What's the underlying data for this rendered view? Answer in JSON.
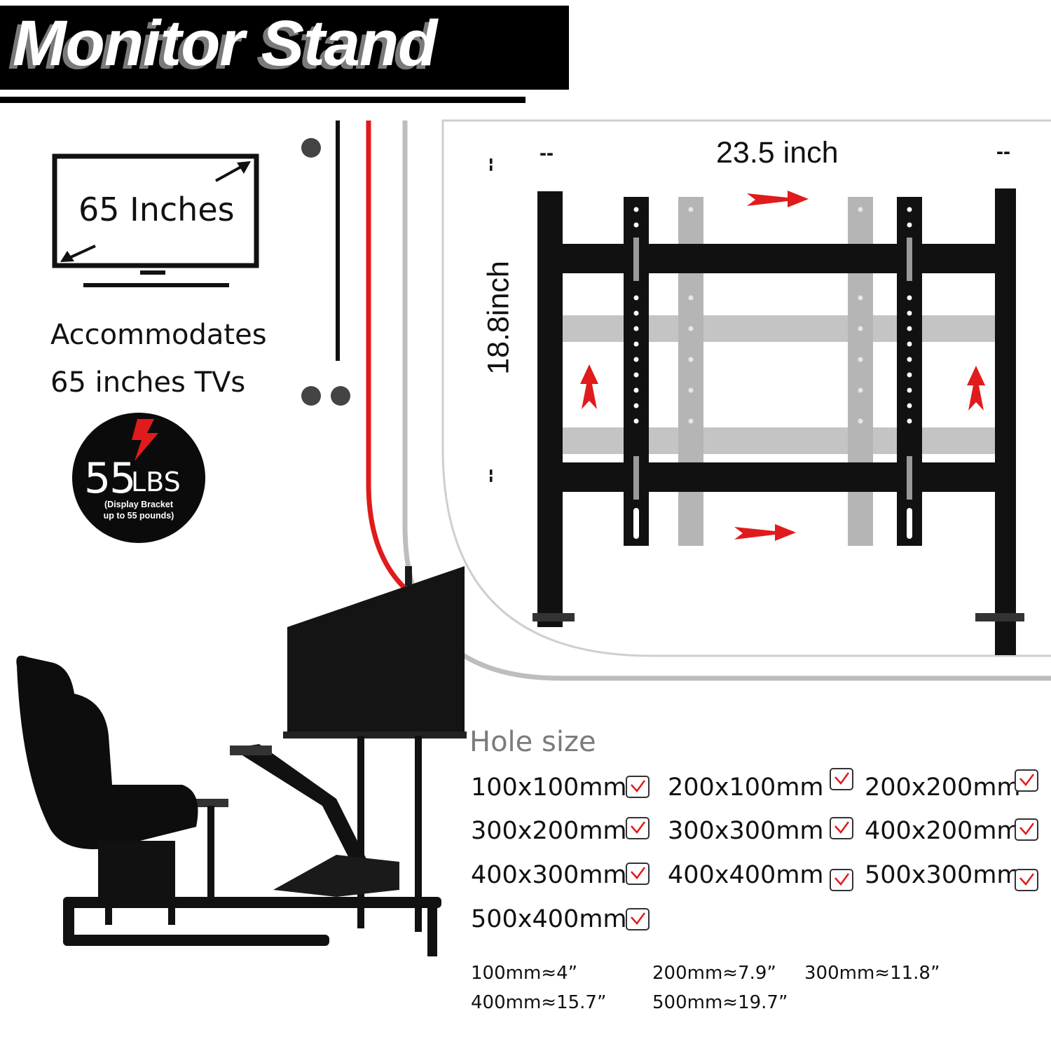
{
  "title": "Monitor Stand",
  "tv": {
    "size_text": "65 Inches",
    "accommodates_line1": "Accommodates",
    "accommodates_line2": "65 inches TVs",
    "icon": "tv-monitor-icon"
  },
  "weight": {
    "number": "55",
    "unit": "LBS",
    "note_line1": "(Display Bracket",
    "note_line2": "up to 55 pounds)",
    "icon": "lightning-bolt-icon"
  },
  "dimensions": {
    "width": "23.5 inch",
    "height": "18.8inch",
    "dash": "--"
  },
  "hole_sizes": {
    "title": "Hole size",
    "items": [
      "100x100mm",
      "200x100mm",
      "200x200mm",
      "300x200mm",
      "300x300mm",
      "400x200mm",
      "400x300mm",
      "400x400mm",
      "500x300mm",
      "500x400mm"
    ]
  },
  "conversions": [
    "100mm≈4”",
    "200mm≈7.9”",
    "300mm≈11.8”",
    "400mm≈15.7”",
    "500mm≈19.7”"
  ],
  "colors": {
    "accent_red": "#e01b1b",
    "black": "#0b0b0b",
    "gray": "#7b7b7b",
    "light_gray": "#bdbdbd"
  }
}
